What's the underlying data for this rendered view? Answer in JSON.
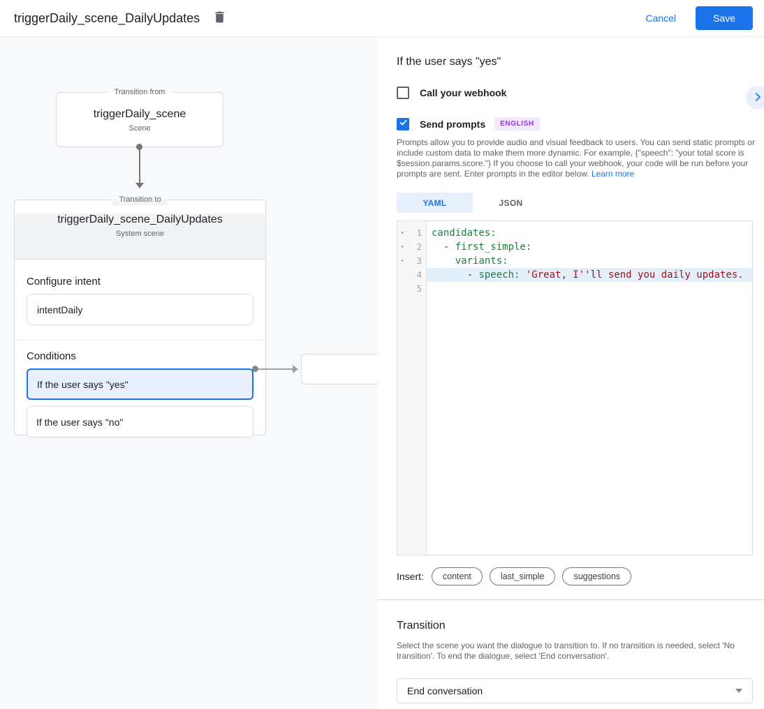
{
  "header": {
    "title": "triggerDaily_scene_DailyUpdates",
    "cancel_label": "Cancel",
    "save_label": "Save"
  },
  "diagram": {
    "from_box": {
      "legend": "Transition from",
      "name": "triggerDaily_scene",
      "type": "Scene"
    },
    "to_box": {
      "legend": "Transition to",
      "name": "triggerDaily_scene_DailyUpdates",
      "type": "System scene"
    },
    "configure_intent": {
      "label": "Configure intent",
      "value": "intentDaily"
    },
    "conditions": {
      "label": "Conditions",
      "items": [
        "If the user says \"yes\"",
        "If the user says \"no\""
      ],
      "selected_index": 0
    }
  },
  "panel": {
    "title": "If the user says \"yes\"",
    "webhook_checkbox": {
      "label": "Call your webhook",
      "checked": false
    },
    "prompts_checkbox": {
      "label": "Send prompts",
      "checked": true,
      "badge": "ENGLISH"
    },
    "description": "Prompts allow you to provide audio and visual feedback to users. You can send static prompts or include custom data to make them more dynamic. For example, {\"speech\": \"your total score is $session.params.score.\"} If you choose to call your webhook, your code will be run before your prompts are sent. Enter prompts in the editor below. ",
    "learn_more_label": "Learn more",
    "tabs": [
      {
        "label": "YAML",
        "active": true
      },
      {
        "label": "JSON",
        "active": false
      }
    ],
    "editor": {
      "lines": [
        {
          "num": "1",
          "fold": true,
          "highlight": false,
          "tokens": [
            {
              "t": "key",
              "v": "candidates:"
            }
          ]
        },
        {
          "num": "2",
          "fold": true,
          "highlight": false,
          "tokens": [
            {
              "t": "plain",
              "v": "  - "
            },
            {
              "t": "key",
              "v": "first_simple:"
            }
          ]
        },
        {
          "num": "3",
          "fold": true,
          "highlight": false,
          "tokens": [
            {
              "t": "plain",
              "v": "    "
            },
            {
              "t": "key",
              "v": "variants:"
            }
          ]
        },
        {
          "num": "4",
          "fold": false,
          "highlight": true,
          "tokens": [
            {
              "t": "plain",
              "v": "      - "
            },
            {
              "t": "key",
              "v": "speech: "
            },
            {
              "t": "str",
              "v": "'Great, I''ll send you daily updates."
            }
          ]
        },
        {
          "num": "5",
          "fold": false,
          "highlight": false,
          "tokens": []
        }
      ]
    },
    "insert": {
      "label": "Insert:",
      "chips": [
        "content",
        "last_simple",
        "suggestions"
      ]
    },
    "transition": {
      "title": "Transition",
      "description": "Select the scene you want the dialogue to transition to. If no transition is needed, select 'No transition'. To end the dialogue, select 'End conversation'.",
      "selected_value": "End conversation"
    }
  },
  "colors": {
    "accent_blue": "#1a73e8",
    "light_blue": "#e8f0fe",
    "badge_purple": "#9334e6",
    "badge_bg": "#f3e8fd",
    "code_key_green": "#188038",
    "code_string_red": "#a11111",
    "canvas_bg": "#f8f9fa"
  }
}
